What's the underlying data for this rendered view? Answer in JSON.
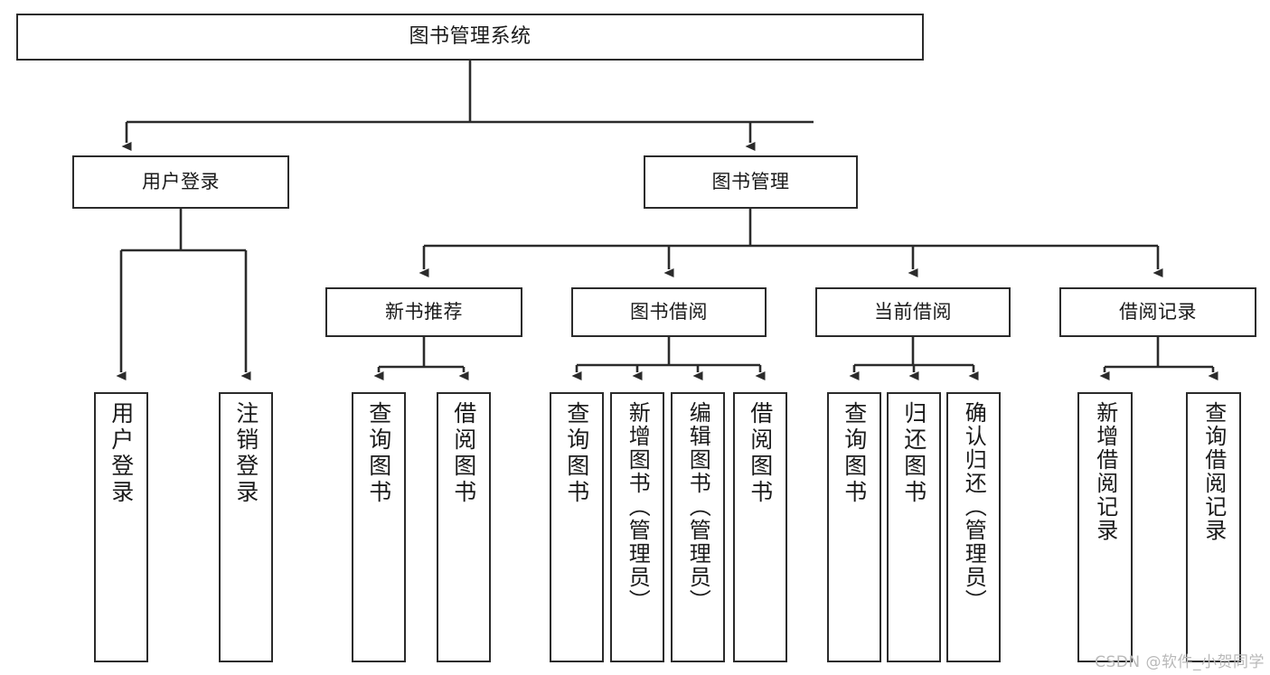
{
  "diagram": {
    "title": "图书管理系统",
    "type": "tree-hierarchy-chart",
    "orientation": "top-down",
    "stroke_color": "#2b2b2b",
    "fill_color": "#ffffff",
    "background_color": "#ffffff",
    "text_color": "#1a1a1a"
  },
  "root": {
    "label": "图书管理系统"
  },
  "level2": [
    {
      "label": "用户登录"
    },
    {
      "label": "图书管理"
    }
  ],
  "level3": [
    {
      "label": "新书推荐"
    },
    {
      "label": "图书借阅"
    },
    {
      "label": "当前借阅"
    },
    {
      "label": "借阅记录"
    }
  ],
  "leaves": {
    "user_login": [
      {
        "label": "用户登录"
      },
      {
        "label": "注销登录"
      }
    ],
    "new_book_recommend": [
      {
        "label": "查询图书"
      },
      {
        "label": "借阅图书"
      }
    ],
    "book_borrow": [
      {
        "label": "查询图书"
      },
      {
        "label": "新增图书（管理员）"
      },
      {
        "label": "编辑图书（管理员）"
      },
      {
        "label": "借阅图书"
      }
    ],
    "current_borrow": [
      {
        "label": "查询图书"
      },
      {
        "label": "归还图书"
      },
      {
        "label": "确认归还（管理员）"
      }
    ],
    "borrow_record": [
      {
        "label": "新增借阅记录"
      },
      {
        "label": "查询借阅记录"
      }
    ]
  },
  "watermark": {
    "text": "CSDN @软件_小贺同学"
  }
}
